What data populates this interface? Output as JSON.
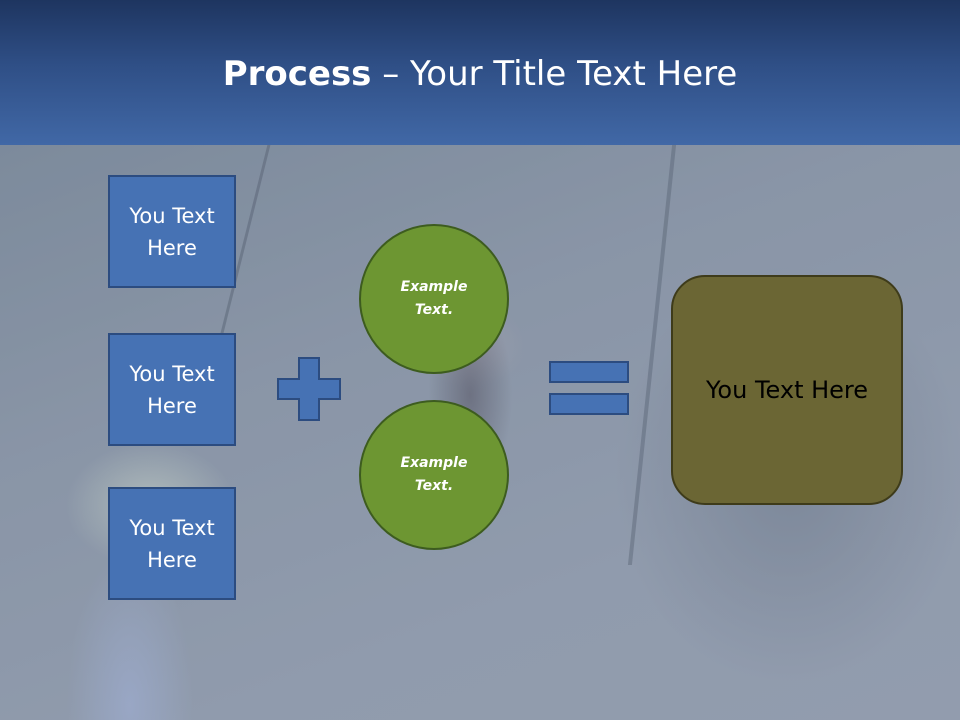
{
  "slide": {
    "title_bold": "Process",
    "title_rest": " – Your Title Text Here"
  },
  "left_boxes": [
    {
      "label": "You Text Here"
    },
    {
      "label": "You Text Here"
    },
    {
      "label": "You Text Here"
    }
  ],
  "circles": [
    {
      "label": "Example Text."
    },
    {
      "label": "Example Text."
    }
  ],
  "result": {
    "label": "You Text Here"
  },
  "colors": {
    "header": "#2f4f86",
    "box_fill": "#4672b4",
    "circle_fill": "#6d9632",
    "result_fill": "#6b6634"
  },
  "icons": [
    "plus-icon",
    "equals-icon"
  ]
}
